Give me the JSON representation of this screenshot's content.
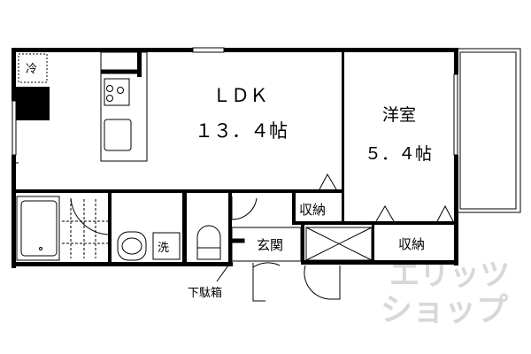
{
  "rooms": {
    "ldk": {
      "name": "ＬＤＫ",
      "size": "１３．４帖"
    },
    "western": {
      "name": "洋室",
      "size": "５．４帖"
    },
    "storage_1": "収納",
    "storage_2": "収納",
    "entrance": "玄関",
    "shoe_box": "下駄箱",
    "fridge": "冷",
    "washer": "洗"
  },
  "watermark": {
    "line1": "エリッツ",
    "line2": "ショップ"
  },
  "colors": {
    "wall": "#000000",
    "watermark": "#d8d8d8"
  }
}
